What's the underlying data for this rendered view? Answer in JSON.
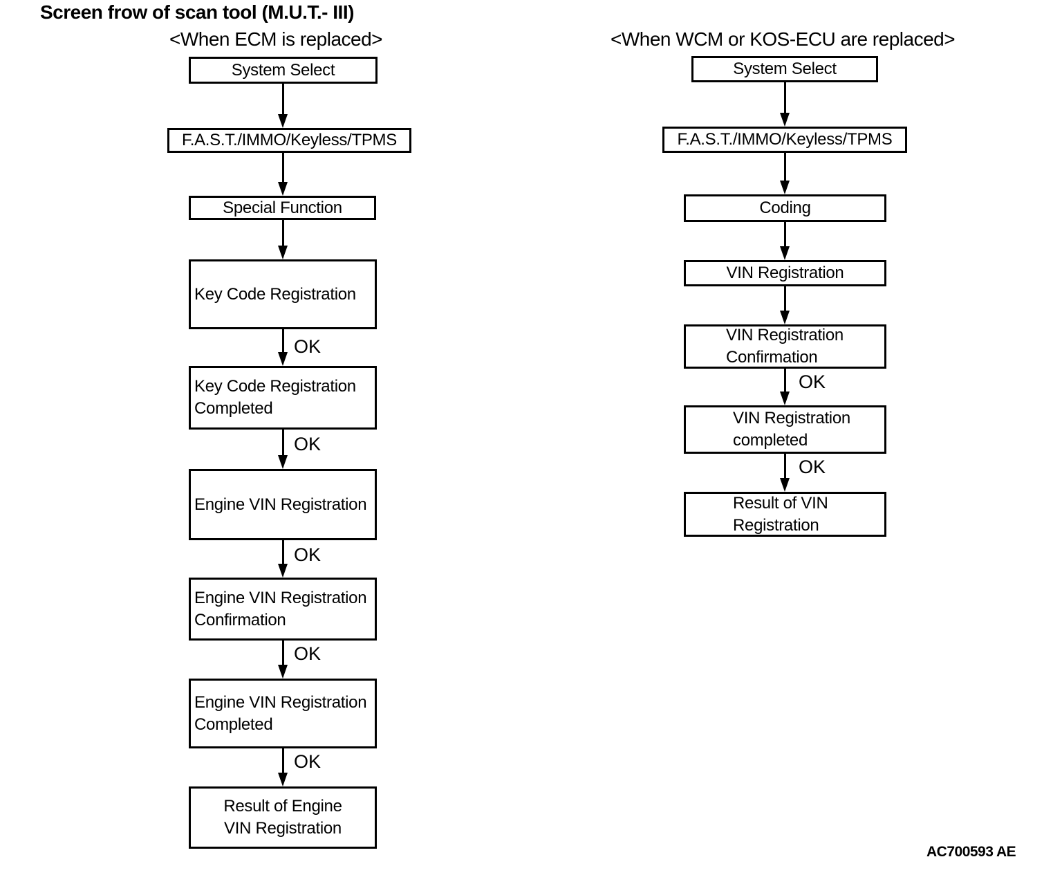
{
  "title": "Screen frow of scan tool (M.U.T.- III)",
  "figure_code": "AC700593 AE",
  "labels": {
    "ok": "OK"
  },
  "colors": {
    "ink": "#000000",
    "background": "#ffffff"
  },
  "left_flow": {
    "header": "<When ECM is replaced>",
    "boxes": [
      {
        "lines": [
          "System Select"
        ]
      },
      {
        "lines": [
          "F.A.S.T./IMMO/Keyless/TPMS"
        ]
      },
      {
        "lines": [
          "Special Function"
        ]
      },
      {
        "lines": [
          "Key Code Registration"
        ]
      },
      {
        "lines": [
          "Key Code Registration",
          "Completed"
        ]
      },
      {
        "lines": [
          "Engine VIN Registration"
        ]
      },
      {
        "lines": [
          "Engine VIN Registration",
          "Confirmation"
        ]
      },
      {
        "lines": [
          "Engine VIN Registration",
          "Completed"
        ]
      },
      {
        "lines": [
          "Result of Engine",
          "VIN Registration"
        ]
      }
    ]
  },
  "right_flow": {
    "header": "<When WCM or KOS-ECU are replaced>",
    "boxes": [
      {
        "lines": [
          "System Select"
        ]
      },
      {
        "lines": [
          "F.A.S.T./IMMO/Keyless/TPMS"
        ]
      },
      {
        "lines": [
          "Coding"
        ]
      },
      {
        "lines": [
          "VIN Registration"
        ]
      },
      {
        "lines": [
          "VIN Registration",
          "Confirmation"
        ]
      },
      {
        "lines": [
          "VIN Registration",
          "completed"
        ]
      },
      {
        "lines": [
          "Result of VIN",
          "Registration"
        ]
      }
    ]
  }
}
